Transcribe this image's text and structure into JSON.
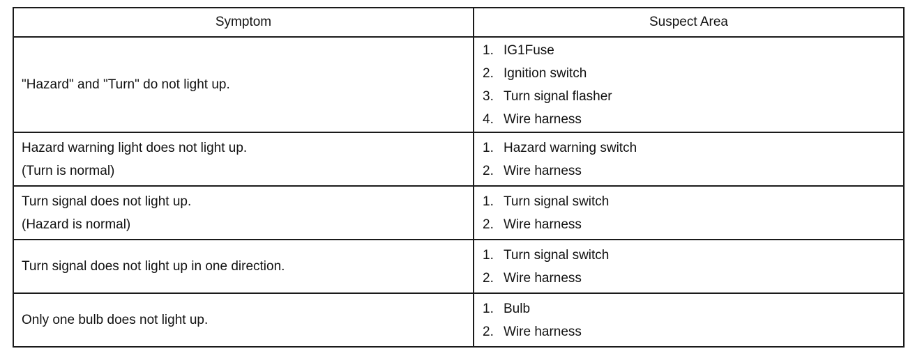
{
  "table": {
    "headers": {
      "symptom": "Symptom",
      "suspect_area": "Suspect Area"
    },
    "rows": [
      {
        "symptom": [
          "\"Hazard\" and \"Turn\" do not light up."
        ],
        "suspect": [
          {
            "num": "1.",
            "text": "IG1Fuse"
          },
          {
            "num": "2.",
            "text": "Ignition switch"
          },
          {
            "num": "3.",
            "text": "Turn signal flasher"
          },
          {
            "num": "4.",
            "text": "Wire harness"
          }
        ]
      },
      {
        "symptom": [
          "Hazard warning light does not light up.",
          "(Turn is normal)"
        ],
        "suspect": [
          {
            "num": "1.",
            "text": "Hazard warning switch"
          },
          {
            "num": "2.",
            "text": "Wire harness"
          }
        ]
      },
      {
        "symptom": [
          "Turn signal does not light up.",
          "(Hazard is normal)"
        ],
        "suspect": [
          {
            "num": "1.",
            "text": "Turn signal switch"
          },
          {
            "num": "2.",
            "text": "Wire harness"
          }
        ]
      },
      {
        "symptom": [
          "Turn signal does not light up in one direction."
        ],
        "suspect": [
          {
            "num": "1.",
            "text": "Turn signal switch"
          },
          {
            "num": "2.",
            "text": "Wire harness"
          }
        ]
      },
      {
        "symptom": [
          "Only one bulb does not light up."
        ],
        "suspect": [
          {
            "num": "1.",
            "text": "Bulb"
          },
          {
            "num": "2.",
            "text": "Wire harness"
          }
        ]
      }
    ]
  }
}
